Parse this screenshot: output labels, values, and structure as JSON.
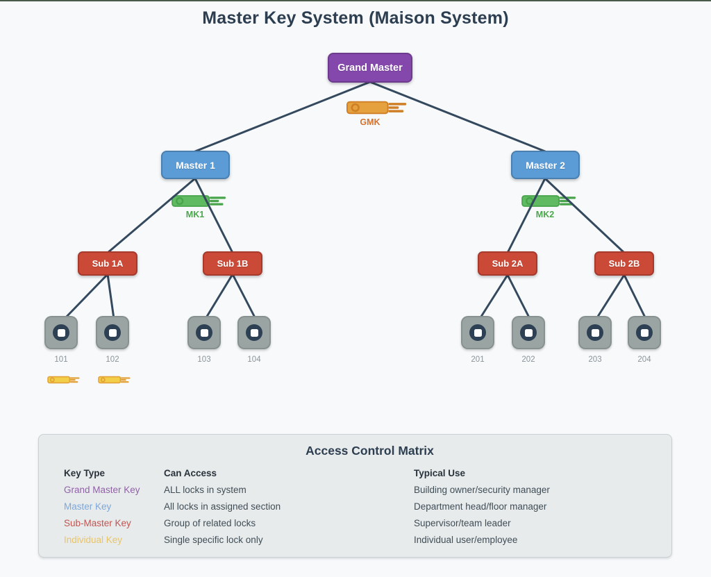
{
  "header": {
    "title": "Master Key System (Maison System)"
  },
  "colors": {
    "edge": "#34495e",
    "grand_master_fill": "#8448ad",
    "master_fill": "#5b9cd6",
    "sub_master_fill": "#cb4937",
    "lock_fill": "#9aa5a3",
    "keyhole": "#2e4053",
    "gmk_key_fill": "#e6a13f",
    "gmk_key_stroke": "#cf7f26",
    "mk_key_fill": "#5fba62",
    "mk_key_stroke": "#47a44a",
    "individual_key_fill": "#f3ce49",
    "individual_key_stroke": "#e2a238",
    "gmk_label": "#d4722e",
    "mk_label": "#4ca64c",
    "lock_label": "#8b9398"
  },
  "tree": {
    "root": {
      "label": "Grand Master",
      "key_label": "GMK"
    },
    "masters": [
      {
        "label": "Master 1",
        "key_label": "MK1"
      },
      {
        "label": "Master 2",
        "key_label": "MK2"
      }
    ],
    "subs": [
      {
        "label": "Sub 1A"
      },
      {
        "label": "Sub 1B"
      },
      {
        "label": "Sub 2A"
      },
      {
        "label": "Sub 2B"
      }
    ],
    "locks": [
      {
        "label": "101"
      },
      {
        "label": "102"
      },
      {
        "label": "103"
      },
      {
        "label": "104"
      },
      {
        "label": "201"
      },
      {
        "label": "202"
      },
      {
        "label": "203"
      },
      {
        "label": "204"
      }
    ]
  },
  "matrix": {
    "title": "Access Control Matrix",
    "headers": {
      "key_type": "Key Type",
      "can_access": "Can Access",
      "typical_use": "Typical Use"
    },
    "rows": [
      {
        "key_type": "Grand Master Key",
        "color": "#9061a8",
        "can_access": "ALL locks in system",
        "typical_use": "Building owner/security manager"
      },
      {
        "key_type": "Master Key",
        "color": "#7da7d8",
        "can_access": "All locks in assigned section",
        "typical_use": "Department head/floor manager"
      },
      {
        "key_type": "Sub-Master Key",
        "color": "#c25450",
        "can_access": "Group of related locks",
        "typical_use": "Supervisor/team leader"
      },
      {
        "key_type": "Individual Key",
        "color": "#e8c468",
        "can_access": "Single specific lock only",
        "typical_use": "Individual user/employee"
      }
    ]
  }
}
